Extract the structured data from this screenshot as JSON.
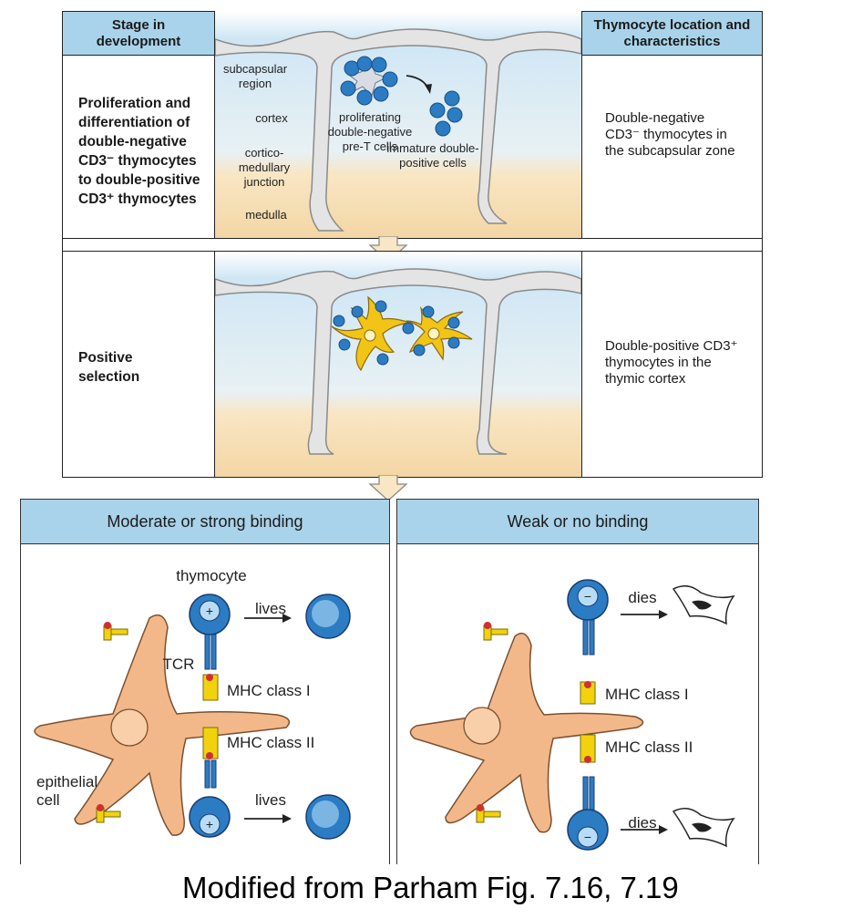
{
  "header": {
    "stage_title": "Stage in development",
    "location_title": "Thymocyte location and characteristics"
  },
  "panel1": {
    "stage_lines": [
      "Proliferation and",
      "differentiation of",
      "double-negative",
      "CD3⁻ thymocytes",
      "to double-positive",
      "CD3⁺ thymocytes"
    ],
    "region_labels": {
      "subcapsular": "subcapsular region",
      "cortex": "cortex",
      "junction": "cortico-medullary junction",
      "medulla": "medulla"
    },
    "cell_labels": {
      "proliferating": "proliferating double-negative pre-T cells",
      "immature": "immature double-positive cells"
    },
    "characteristics": "Double-negative CD3⁻ thymocytes in the subcapsular zone"
  },
  "panel2": {
    "stage": "Positive selection",
    "characteristics": "Double-positive CD3⁺ thymocytes in the thymic cortex"
  },
  "binding_left": {
    "title": "Moderate or strong binding",
    "thymocyte": "thymocyte",
    "tcr": "TCR",
    "mhc1": "MHC class I",
    "mhc2": "MHC class II",
    "epithelial": "epithelial cell",
    "outcome_top": "lives",
    "outcome_bottom": "lives"
  },
  "binding_right": {
    "title": "Weak or no binding",
    "mhc1": "MHC class I",
    "mhc2": "MHC class II",
    "outcome_top": "dies",
    "outcome_bottom": "dies"
  },
  "caption": "Modified from Parham Fig. 7.16, 7.19",
  "colors": {
    "header_blue": "#a9d3ea",
    "thymus_sky": "#cfe6f5",
    "thymus_sand": "#f6dcae",
    "cell_blue": "#2c7cc4",
    "epithelial_orange": "#f3b889",
    "dendritic_yellow": "#f2c415"
  }
}
